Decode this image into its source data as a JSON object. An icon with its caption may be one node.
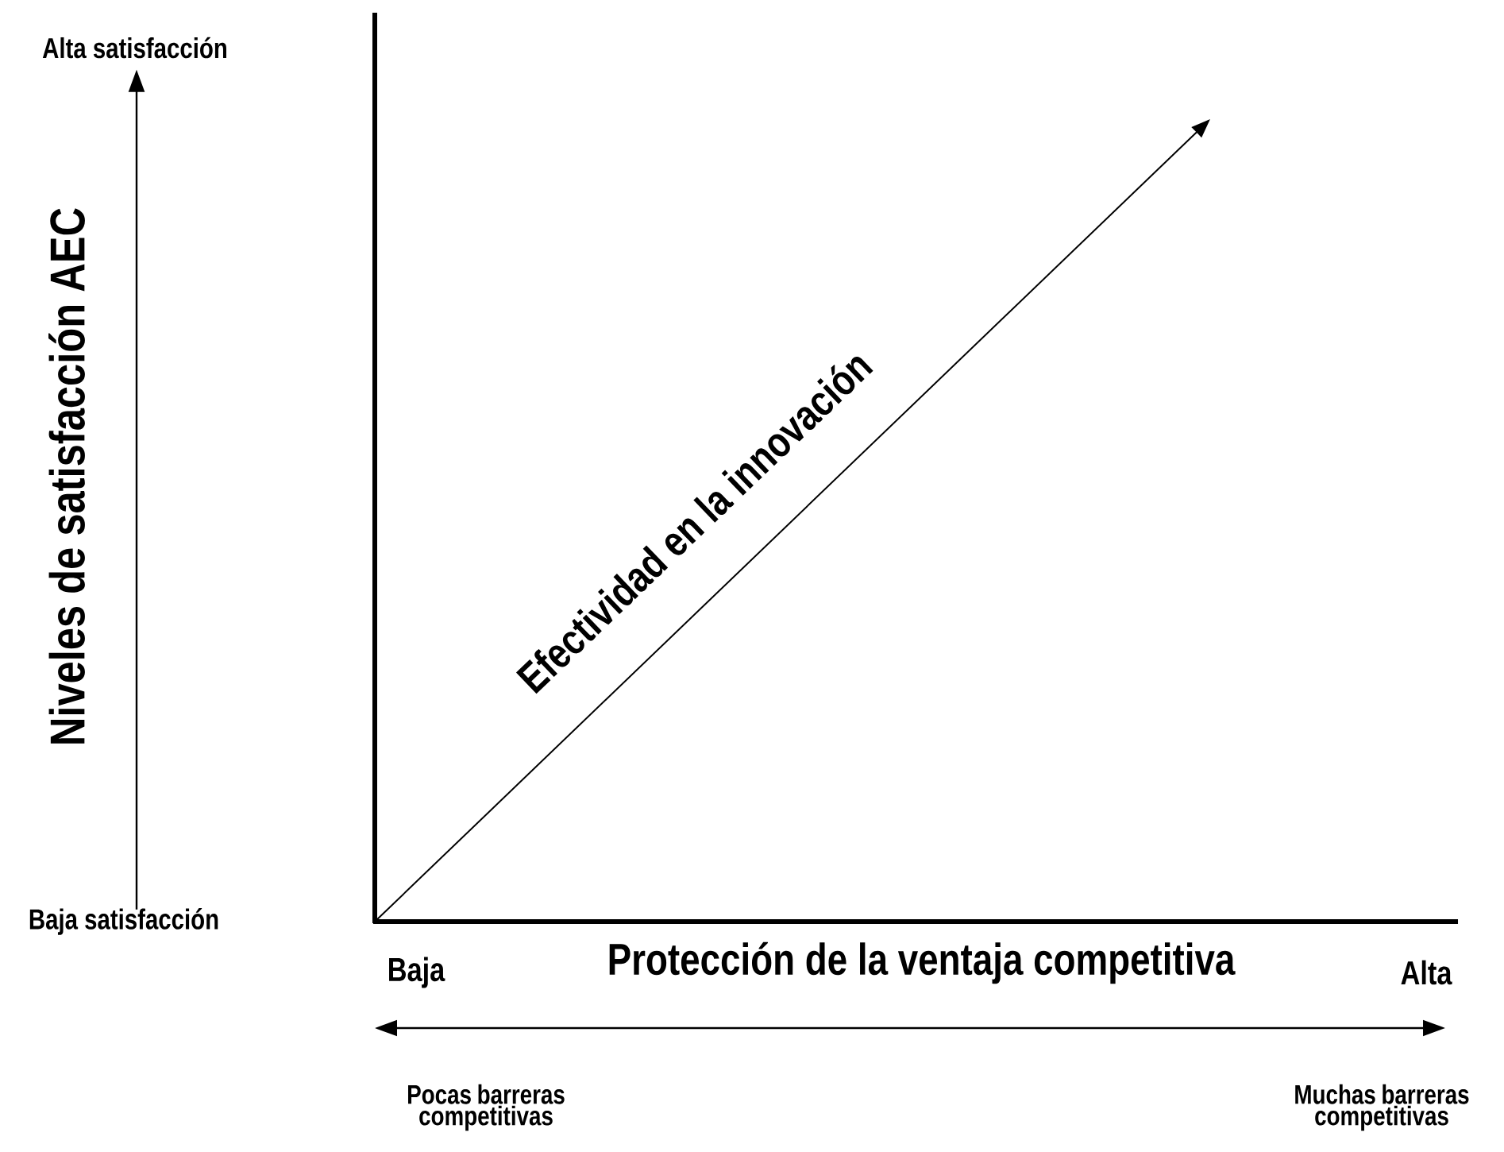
{
  "diagram": {
    "nodes": [
      {
        "text": [
          "Alta satisfacción"
        ]
      },
      {
        "text": [
          "Baja satisfacción"
        ]
      }
    ],
    "edges": [
      {
        "from": 1,
        "to": 0,
        "arrow": "to"
      }
    ],
    "labels": [
      "Niveles de satisfacción AEC",
      "Efectividad en la innovación",
      "Baja",
      "Protección de la ventaja competitiva",
      "Alta",
      "Pocas barreras competitivas",
      "Muchas barreras competitivas"
    ]
  }
}
